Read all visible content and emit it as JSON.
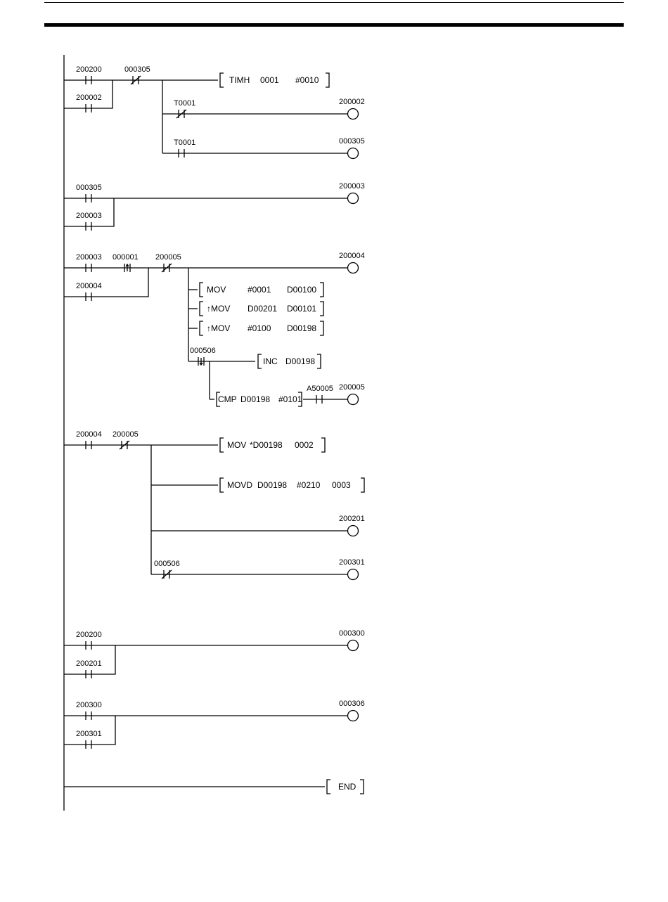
{
  "rung1": {
    "c_200200": "200200",
    "c_000305": "000305",
    "c_200002": "200002",
    "timh": "TIMH",
    "timh_num": "0001",
    "timh_set": "#0010",
    "c_t0001_a": "T0001",
    "coil_200002": "200002",
    "c_t0001_b": "T0001",
    "coil_000305": "000305"
  },
  "rung2": {
    "c_000305": "000305",
    "c_200003": "200003",
    "coil_200003": "200003"
  },
  "rung3": {
    "c_200003": "200003",
    "c_000001": "000001",
    "c_200005": "200005",
    "c_200004": "200004",
    "coil_200004": "200004",
    "mov1_op": "MOV",
    "mov1_src": "#0001",
    "mov1_dst": "D00100",
    "mov2_op": "↑MOV",
    "mov2_src": "D00201",
    "mov2_dst": "D00101",
    "mov3_op": "↑MOV",
    "mov3_src": "#0100",
    "mov3_dst": "D00198",
    "c_000506": "000506",
    "inc_op": "INC",
    "inc_arg": "D00198",
    "cmp_op": "CMP",
    "cmp_a": "D00198",
    "cmp_b": "#0101",
    "c_a50005": "A50005",
    "coil_200005": "200005"
  },
  "rung4": {
    "c_200004": "200004",
    "c_200005": "200005",
    "mov_op": "MOV",
    "mov_src": "*D00198",
    "mov_dst": "0002",
    "movd_op": "MOVD",
    "movd_src": "D00198",
    "movd_ctl": "#0210",
    "movd_dst": "0003",
    "coil_200201": "200201",
    "c_000506": "000506",
    "coil_200301": "200301"
  },
  "rung5": {
    "c_200200": "200200",
    "c_200201": "200201",
    "coil_000300": "000300"
  },
  "rung6": {
    "c_200300": "200300",
    "c_200301": "200301",
    "coil_000306": "000306"
  },
  "rung7": {
    "end": "END"
  }
}
